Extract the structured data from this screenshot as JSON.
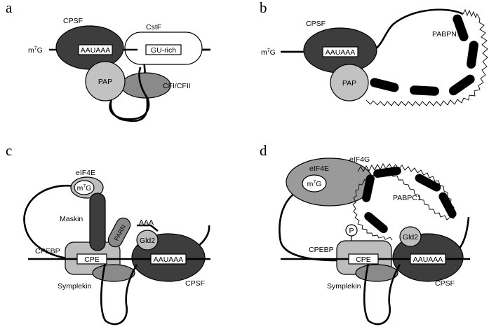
{
  "panels": {
    "a": {
      "letter": "a",
      "cap": "m7G",
      "cpsf": "CPSF",
      "cstf": "CstF",
      "aauaaa": "AAUAAA",
      "gurich": "GU-rich",
      "pap": "PAP",
      "cfi": "CFI/CFII"
    },
    "b": {
      "letter": "b",
      "cap": "m7G",
      "cpsf": "CPSF",
      "aauaaa": "AAUAAA",
      "pap": "PAP",
      "pabpn1": "PABPN1"
    },
    "c": {
      "letter": "c",
      "eif4e": "eIF4E",
      "cap": "m7G",
      "maskin": "Maskin",
      "parn": "PARN",
      "aaa": "AAA",
      "gld2": "Gld2",
      "cpebp": "CPEBP",
      "cpe": "CPE",
      "aauaaa": "AAUAAA",
      "symplekin": "Symplekin",
      "cpsf": "CPSF"
    },
    "d": {
      "letter": "d",
      "eif4e": "eIF4E",
      "eif4g": "eIF4G",
      "cap": "m7G",
      "pabpc1": "PABPC1",
      "phos": "P",
      "gld2": "Gld2",
      "cpebp": "CPEBP",
      "cpe": "CPE",
      "aauaaa": "AAUAAA",
      "symplekin": "Symplekin",
      "cpsf": "CPSF"
    }
  },
  "colors": {
    "dark": "#3d3d3d",
    "mid": "#8a8a8a",
    "light": "#bdbdbd",
    "pale": "#d4d4d4",
    "black": "#000000",
    "white": "#ffffff"
  }
}
